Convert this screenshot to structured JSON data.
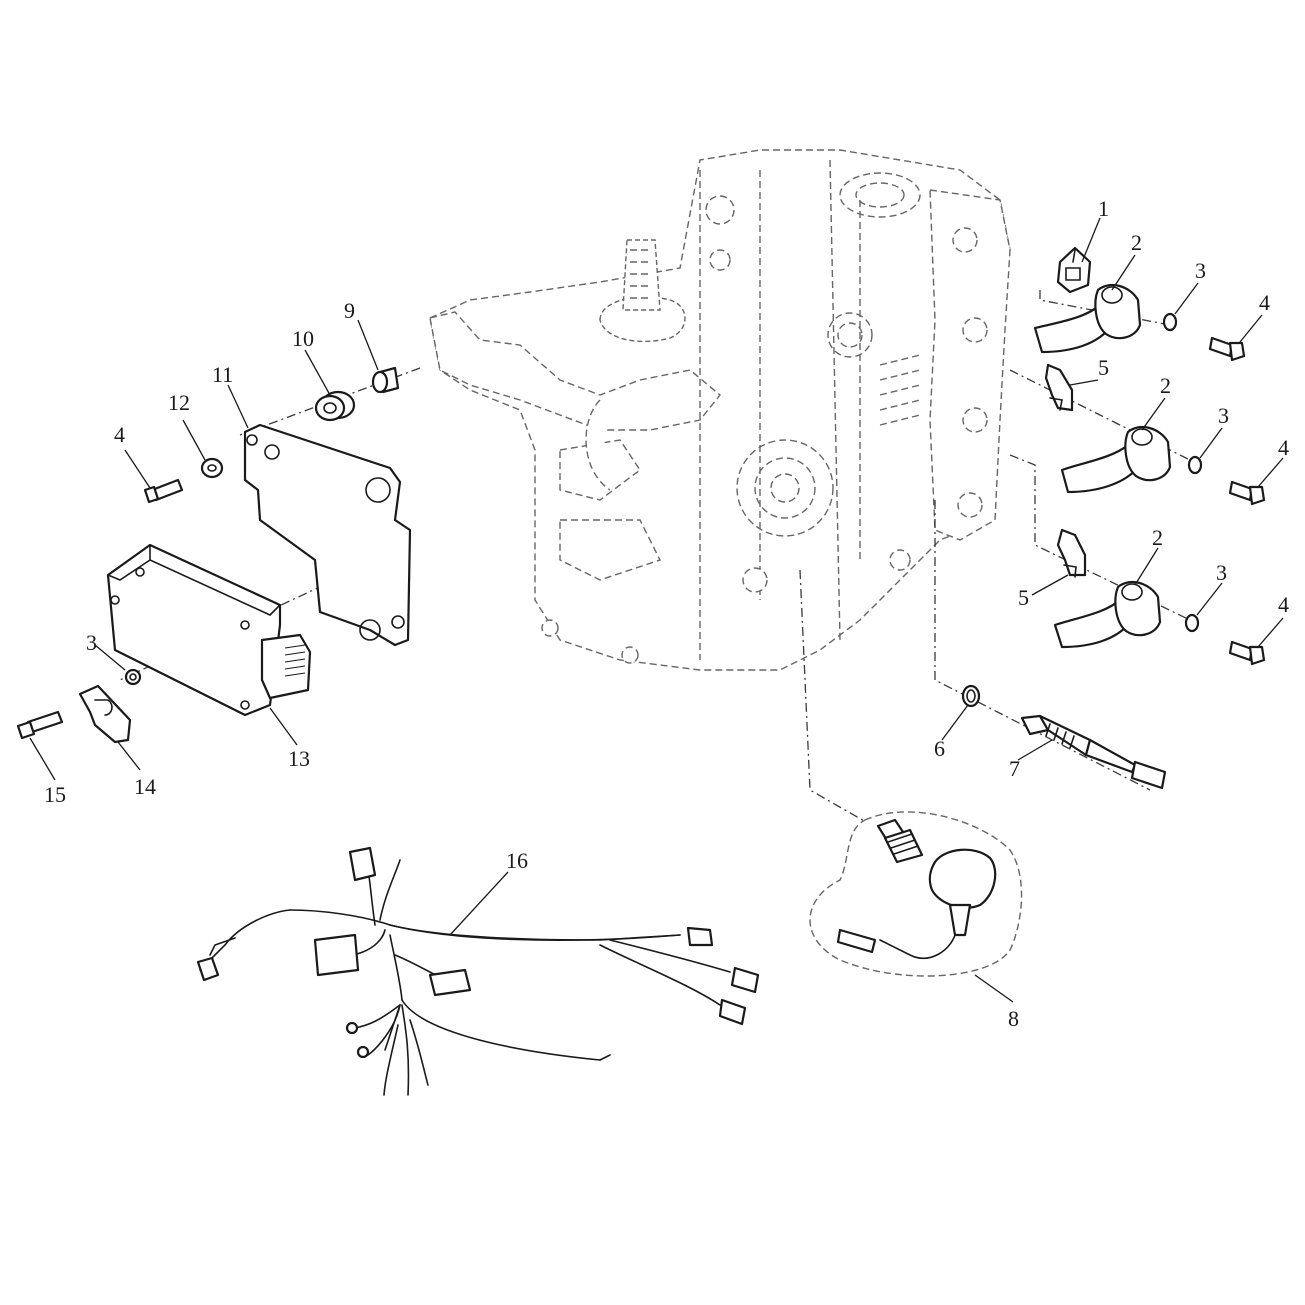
{
  "figure": {
    "type": "exploded-parts-diagram",
    "line_color": "#1a1a1a",
    "background": "#ffffff"
  },
  "callouts": [
    {
      "id": "c1",
      "label": "1"
    },
    {
      "id": "c2a",
      "label": "2"
    },
    {
      "id": "c2b",
      "label": "2"
    },
    {
      "id": "c2c",
      "label": "2"
    },
    {
      "id": "c3a",
      "label": "3"
    },
    {
      "id": "c3b",
      "label": "3"
    },
    {
      "id": "c3c",
      "label": "3"
    },
    {
      "id": "c3d",
      "label": "3"
    },
    {
      "id": "c4a",
      "label": "4"
    },
    {
      "id": "c4b",
      "label": "4"
    },
    {
      "id": "c4c",
      "label": "4"
    },
    {
      "id": "c4d",
      "label": "4"
    },
    {
      "id": "c5a",
      "label": "5"
    },
    {
      "id": "c5b",
      "label": "5"
    },
    {
      "id": "c6",
      "label": "6"
    },
    {
      "id": "c7",
      "label": "7"
    },
    {
      "id": "c8",
      "label": "8"
    },
    {
      "id": "c9",
      "label": "9"
    },
    {
      "id": "c10",
      "label": "10"
    },
    {
      "id": "c11",
      "label": "11"
    },
    {
      "id": "c12",
      "label": "12"
    },
    {
      "id": "c13",
      "label": "13"
    },
    {
      "id": "c14",
      "label": "14"
    },
    {
      "id": "c15",
      "label": "15"
    },
    {
      "id": "c16",
      "label": "16"
    }
  ]
}
